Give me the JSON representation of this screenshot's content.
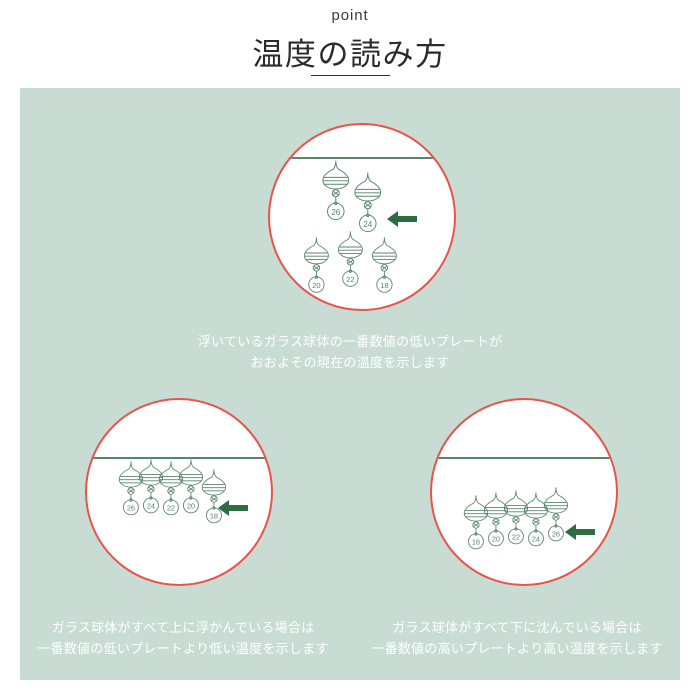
{
  "header": {
    "eyebrow": "point",
    "title": "温度の読み方"
  },
  "colors": {
    "panel_bg": "#c8dcd3",
    "circle_border": "#e8544a",
    "glass_green": "#59856a",
    "arrow_green": "#2f6b43",
    "caption_text": "#ffffff",
    "title_text": "#2b2b2b"
  },
  "diagrams": [
    {
      "id": "mixed",
      "name": "partially-floating",
      "arrow_target": "24",
      "floating_balls": [
        {
          "label": "26"
        },
        {
          "label": "24"
        }
      ],
      "sunken_balls": [
        {
          "label": "20"
        },
        {
          "label": "22"
        },
        {
          "label": "18"
        }
      ],
      "caption_lines": [
        "浮いているガラス球体の一番数値の低いプレートが",
        "おおよその現在の温度を示します"
      ]
    },
    {
      "id": "all-float",
      "name": "all-floating",
      "arrow_target": "18",
      "balls": [
        {
          "label": "26"
        },
        {
          "label": "24"
        },
        {
          "label": "22"
        },
        {
          "label": "20"
        },
        {
          "label": "18"
        }
      ],
      "caption_lines": [
        "ガラス球体がすべて上に浮かんでいる場合は",
        "一番数値の低いプレートより低い温度を示します"
      ]
    },
    {
      "id": "all-sink",
      "name": "all-sunken",
      "arrow_target": "26",
      "balls": [
        {
          "label": "18"
        },
        {
          "label": "20"
        },
        {
          "label": "22"
        },
        {
          "label": "24"
        },
        {
          "label": "26"
        }
      ],
      "caption_lines": [
        "ガラス球体がすべて下に沈んでいる場合は",
        "一番数値の高いプレートより高い温度を示します"
      ]
    }
  ]
}
